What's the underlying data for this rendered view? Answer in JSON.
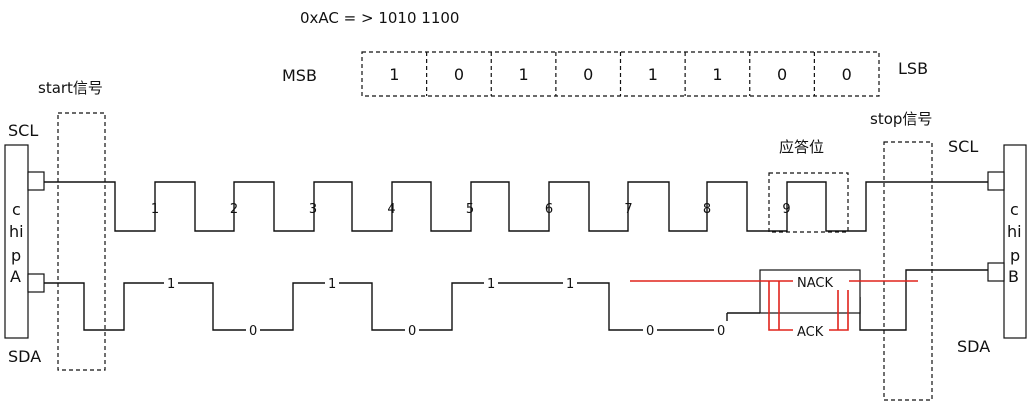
{
  "header": {
    "equation": "0xAC = > 1010 1100"
  },
  "bits": {
    "msb_label": "MSB",
    "lsb_label": "LSB",
    "values": [
      "1",
      "0",
      "1",
      "0",
      "1",
      "1",
      "0",
      "0"
    ]
  },
  "signals": {
    "scl_left": "SCL",
    "sda_left": "SDA",
    "scl_right": "SCL",
    "sda_right": "SDA"
  },
  "chips": {
    "a_letters": [
      "c",
      "hi",
      "p",
      "A"
    ],
    "b_letters": [
      "c",
      "hi",
      "p",
      "B"
    ]
  },
  "markers": {
    "start": "start信号",
    "stop": "stop信号",
    "ack_bit": "应答位"
  },
  "clock_pulses": [
    "1",
    "2",
    "3",
    "4",
    "5",
    "6",
    "7",
    "8",
    "9"
  ],
  "sda_levels": [
    "1",
    "0",
    "1",
    "0",
    "1",
    "1",
    "0",
    "0"
  ],
  "ack": {
    "nack_label": "NACK",
    "ack_label": "ACK"
  }
}
